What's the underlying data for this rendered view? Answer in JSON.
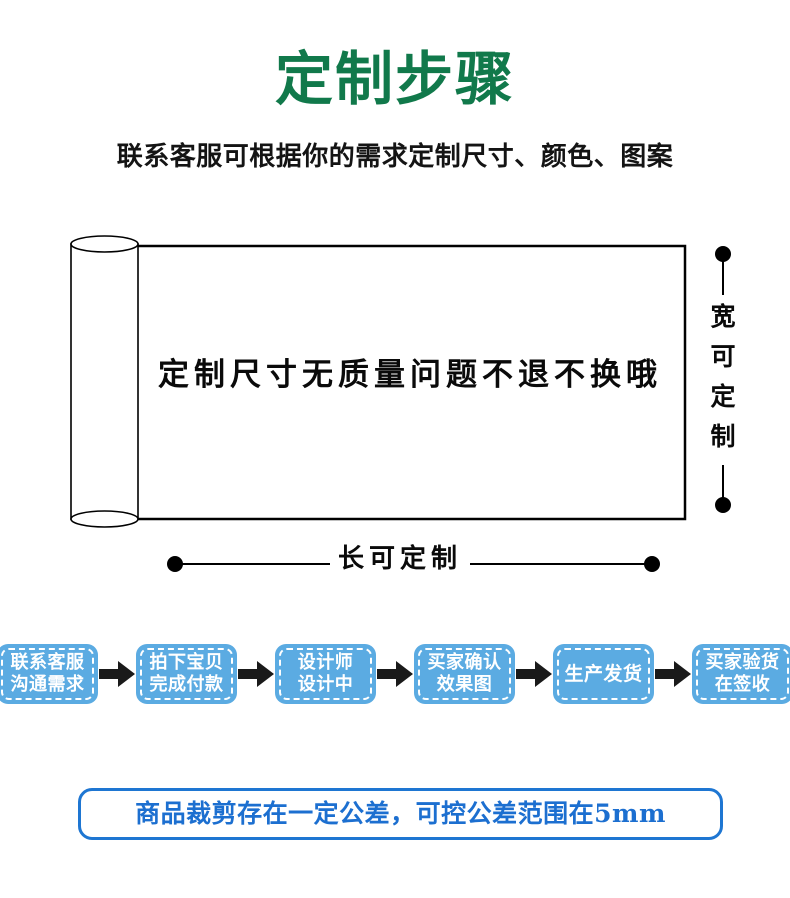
{
  "header": {
    "title": "定制步骤",
    "title_color": "#11794B",
    "subtitle": "联系客服可根据你的需求定制尺寸、颜色、图案",
    "subtitle_color": "#141414"
  },
  "roll_diagram": {
    "caption": "定制尺寸无质量问题不退不换哦",
    "width_dimension_label": "宽可定制",
    "width_dimension_chars": [
      "宽",
      "可",
      "定",
      "制"
    ],
    "length_dimension_label": "长可定制",
    "line_color": "#000000"
  },
  "flow": {
    "box_color": "#5BABE2",
    "box_text_color": "#FFFFFF",
    "arrow_color": "#1A1A1A",
    "arrow_icon": "right-arrow-icon",
    "steps": [
      {
        "label": "联系客服\n沟通需求",
        "lines": 2
      },
      {
        "label": "拍下宝贝\n完成付款",
        "lines": 2
      },
      {
        "label": "设计师\n设计中",
        "lines": 2
      },
      {
        "label": "买家确认\n效果图",
        "lines": 2
      },
      {
        "label": "生产发货",
        "lines": 1
      },
      {
        "label": "买家验货\n在签收",
        "lines": 2
      }
    ]
  },
  "notice": {
    "text": "商品裁剪存在一定公差，可控公差范围在5mm",
    "color": "#1C6FD0",
    "border_color": "#1E76D2"
  }
}
